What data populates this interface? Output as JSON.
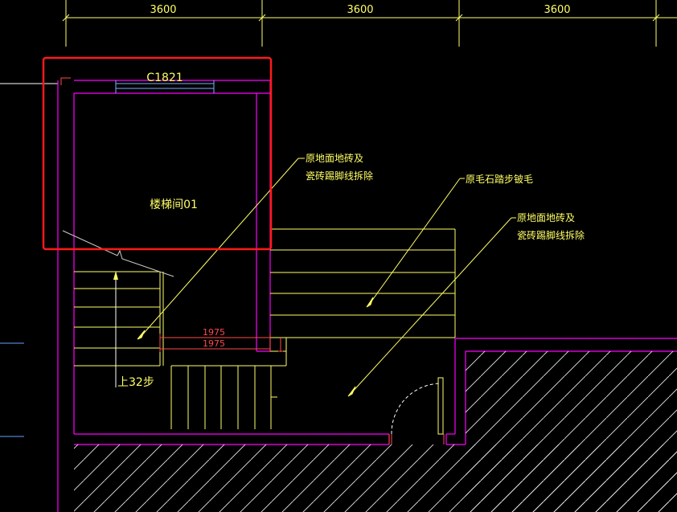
{
  "dimensions": {
    "top": [
      "3600",
      "3600",
      "3600"
    ],
    "stair_width_a": "1975",
    "stair_width_b": "1975"
  },
  "labels": {
    "window_tag": "C1821",
    "room_name": "楼梯间01",
    "stair_direction": "上32步",
    "note_1_line1": "原地面地砖及",
    "note_1_line2": "瓷砖踢脚线拆除",
    "note_2": "原毛石踏步铍毛",
    "note_3_line1": "原地面地砖及",
    "note_3_line2": "瓷砖踢脚线拆除"
  },
  "colors": {
    "background": "#000000",
    "dimension": "#ffff66",
    "wall": "#ff00ff",
    "annotation": "#ffff00",
    "dim_red": "#ff4a4a",
    "highlight": "#ff1a1a",
    "hatch": "#e8e8e8",
    "window": "#7ab0ff"
  }
}
